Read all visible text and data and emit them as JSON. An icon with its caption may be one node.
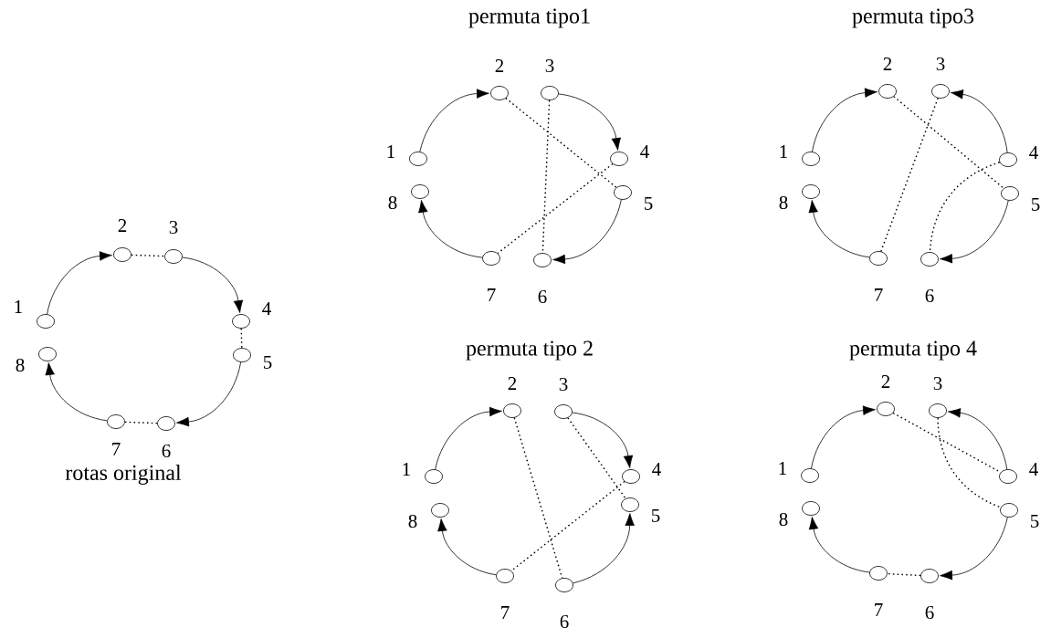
{
  "diagram": {
    "nodes": [
      {
        "text": [],
        "shape": "circle",
        "beside": [
          "1"
        ]
      },
      {
        "text": [],
        "shape": "circle",
        "beside": [
          "2"
        ]
      },
      {
        "text": [],
        "shape": "circle",
        "beside": [
          "3"
        ]
      },
      {
        "text": [],
        "shape": "circle",
        "beside": [
          "4"
        ]
      },
      {
        "text": [],
        "shape": "circle",
        "beside": [
          "5"
        ]
      },
      {
        "text": [],
        "shape": "circle",
        "beside": [
          "6"
        ]
      },
      {
        "text": [],
        "shape": "circle",
        "beside": [
          "7"
        ]
      },
      {
        "text": [],
        "shape": "circle",
        "beside": [
          "8"
        ]
      },
      {
        "text": [],
        "shape": "circle",
        "beside": [
          "1"
        ]
      },
      {
        "text": [],
        "shape": "circle",
        "beside": [
          "2"
        ]
      },
      {
        "text": [],
        "shape": "circle",
        "beside": [
          "3"
        ]
      },
      {
        "text": [],
        "shape": "circle",
        "beside": [
          "4"
        ]
      },
      {
        "text": [],
        "shape": "circle",
        "beside": [
          "5"
        ]
      },
      {
        "text": [],
        "shape": "circle",
        "beside": [
          "6"
        ]
      },
      {
        "text": [],
        "shape": "circle",
        "beside": [
          "7"
        ]
      },
      {
        "text": [],
        "shape": "circle",
        "beside": [
          "8"
        ]
      },
      {
        "text": [],
        "shape": "circle",
        "beside": [
          "1"
        ]
      },
      {
        "text": [],
        "shape": "circle",
        "beside": [
          "2"
        ]
      },
      {
        "text": [],
        "shape": "circle",
        "beside": [
          "3"
        ]
      },
      {
        "text": [],
        "shape": "circle",
        "beside": [
          "4"
        ]
      },
      {
        "text": [],
        "shape": "circle",
        "beside": [
          "5"
        ]
      },
      {
        "text": [],
        "shape": "circle",
        "beside": [
          "6"
        ]
      },
      {
        "text": [],
        "shape": "circle",
        "beside": [
          "7"
        ]
      },
      {
        "text": [],
        "shape": "circle",
        "beside": [
          "8"
        ]
      },
      {
        "text": [],
        "shape": "circle",
        "beside": [
          "1"
        ]
      },
      {
        "text": [],
        "shape": "circle",
        "beside": [
          "2"
        ]
      },
      {
        "text": [],
        "shape": "circle",
        "beside": [
          "3"
        ]
      },
      {
        "text": [],
        "shape": "circle",
        "beside": [
          "4"
        ]
      },
      {
        "text": [],
        "shape": "circle",
        "beside": [
          "5"
        ]
      },
      {
        "text": [],
        "shape": "circle",
        "beside": [
          "6"
        ]
      },
      {
        "text": [],
        "shape": "circle",
        "beside": [
          "7"
        ]
      },
      {
        "text": [],
        "shape": "circle",
        "beside": [
          "8"
        ]
      },
      {
        "text": [],
        "shape": "circle",
        "beside": [
          "1"
        ]
      },
      {
        "text": [],
        "shape": "circle",
        "beside": [
          "2"
        ]
      },
      {
        "text": [],
        "shape": "circle",
        "beside": [
          "3"
        ]
      },
      {
        "text": [],
        "shape": "circle",
        "beside": [
          "4"
        ]
      },
      {
        "text": [],
        "shape": "circle",
        "beside": [
          "5"
        ]
      },
      {
        "text": [],
        "shape": "circle",
        "beside": [
          "6"
        ]
      },
      {
        "text": [],
        "shape": "circle",
        "beside": [
          "7"
        ]
      },
      {
        "text": [],
        "shape": "circle",
        "beside": [
          "8"
        ]
      }
    ],
    "edges": [
      {
        "from": 0,
        "to": 1,
        "arrow": "to"
      },
      {
        "from": 1,
        "to": 2,
        "arrow": "none",
        "style": "dashed"
      },
      {
        "from": 2,
        "to": 3,
        "arrow": "to"
      },
      {
        "from": 3,
        "to": 4,
        "arrow": "none",
        "style": "dashed"
      },
      {
        "from": 4,
        "to": 5,
        "arrow": "to"
      },
      {
        "from": 5,
        "to": 6,
        "arrow": "none",
        "style": "dashed"
      },
      {
        "from": 6,
        "to": 7,
        "arrow": "to"
      },
      {
        "from": 8,
        "to": 9,
        "arrow": "to"
      },
      {
        "from": 10,
        "to": 11,
        "arrow": "to"
      },
      {
        "from": 12,
        "to": 13,
        "arrow": "to"
      },
      {
        "from": 14,
        "to": 15,
        "arrow": "to"
      },
      {
        "from": 9,
        "to": 12,
        "arrow": "none",
        "style": "dashed"
      },
      {
        "from": 10,
        "to": 13,
        "arrow": "none",
        "style": "dashed"
      },
      {
        "from": 11,
        "to": 14,
        "arrow": "none",
        "style": "dashed"
      },
      {
        "from": 16,
        "to": 17,
        "arrow": "to"
      },
      {
        "from": 19,
        "to": 18,
        "arrow": "to"
      },
      {
        "from": 20,
        "to": 21,
        "arrow": "to"
      },
      {
        "from": 22,
        "to": 23,
        "arrow": "to"
      },
      {
        "from": 17,
        "to": 20,
        "arrow": "none",
        "style": "dashed"
      },
      {
        "from": 18,
        "to": 22,
        "arrow": "none",
        "style": "dashed"
      },
      {
        "from": 19,
        "to": 21,
        "arrow": "none",
        "style": "dashed"
      },
      {
        "from": 24,
        "to": 25,
        "arrow": "to"
      },
      {
        "from": 26,
        "to": 27,
        "arrow": "to"
      },
      {
        "from": 29,
        "to": 28,
        "arrow": "to"
      },
      {
        "from": 30,
        "to": 31,
        "arrow": "to"
      },
      {
        "from": 25,
        "to": 29,
        "arrow": "none",
        "style": "dashed"
      },
      {
        "from": 26,
        "to": 28,
        "arrow": "none",
        "style": "dashed"
      },
      {
        "from": 27,
        "to": 30,
        "arrow": "none",
        "style": "dashed"
      },
      {
        "from": 32,
        "to": 33,
        "arrow": "to"
      },
      {
        "from": 35,
        "to": 34,
        "arrow": "to"
      },
      {
        "from": 36,
        "to": 37,
        "arrow": "to"
      },
      {
        "from": 38,
        "to": 39,
        "arrow": "to"
      },
      {
        "from": 33,
        "to": 35,
        "arrow": "none",
        "style": "dashed"
      },
      {
        "from": 34,
        "to": 36,
        "arrow": "none",
        "style": "dashed"
      },
      {
        "from": 37,
        "to": 38,
        "arrow": "none",
        "style": "dashed"
      }
    ],
    "labels": [
      "permuta tipo1",
      "permuta tipo3",
      "permuta tipo 2",
      "permuta tipo 4",
      "rotas original"
    ]
  }
}
